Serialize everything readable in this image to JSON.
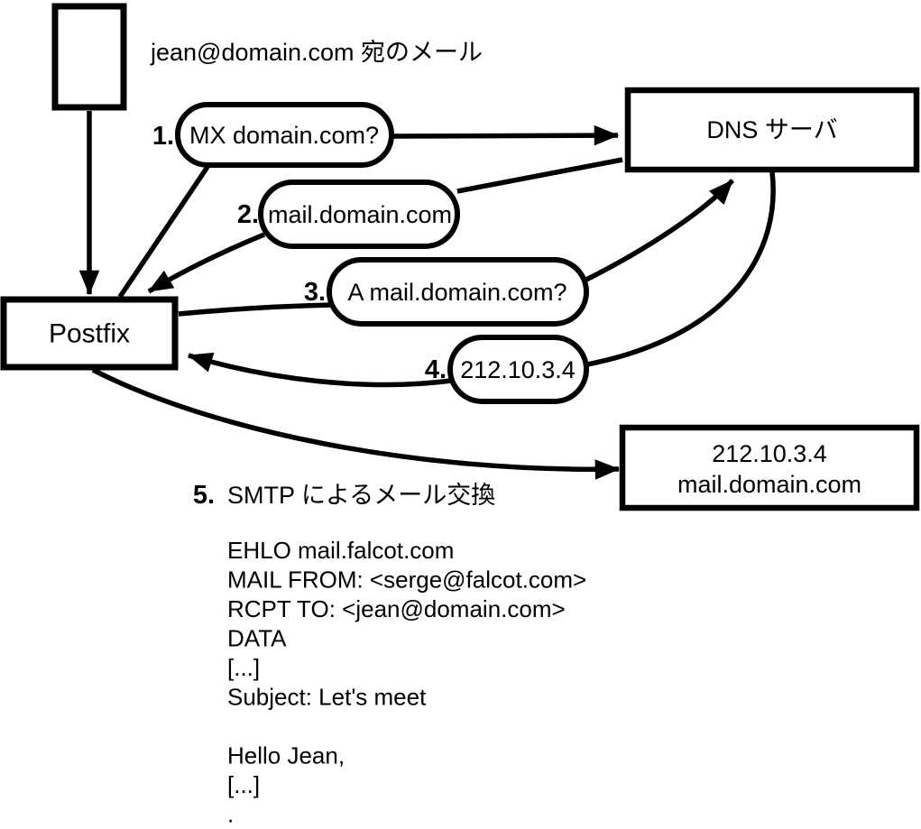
{
  "title": "jean@domain.com 宛のメール",
  "nodes": {
    "postfix": "Postfix",
    "dns": "DNS サーバ",
    "mail_server": {
      "line1": "212.10.3.4",
      "line2": "mail.domain.com"
    }
  },
  "steps": [
    {
      "num": "1.",
      "label": "MX domain.com?"
    },
    {
      "num": "2.",
      "label": "mail.domain.com"
    },
    {
      "num": "3.",
      "label": "A mail.domain.com?"
    },
    {
      "num": "4.",
      "label": "212.10.3.4"
    },
    {
      "num": "5.",
      "label": "SMTP によるメール交換"
    }
  ],
  "smtp_session": [
    "EHLO mail.falcot.com",
    "MAIL FROM: <serge@falcot.com>",
    "RCPT TO: <jean@domain.com>",
    "DATA",
    "[...]",
    "Subject: Let's meet",
    "",
    "Hello Jean,",
    "[...]",
    "."
  ],
  "colors": {
    "stroke": "#000000",
    "background": "#ffffff"
  }
}
